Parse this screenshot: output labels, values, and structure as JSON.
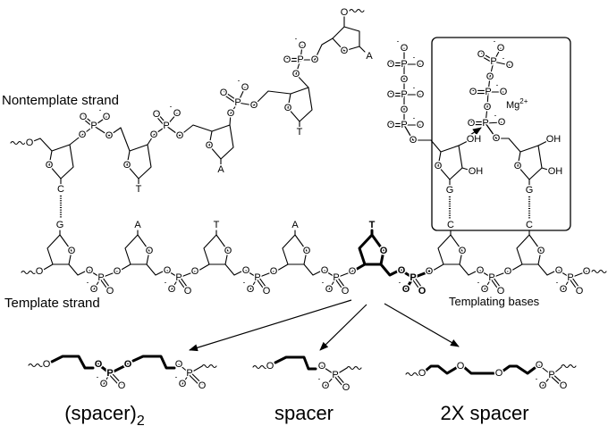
{
  "labels": {
    "nontemplate": "Nontemplate strand",
    "template": "Template strand",
    "templating": "Templating bases",
    "mg": "Mg",
    "mg_charge": "2+"
  },
  "atoms": {
    "oxygen": "O",
    "phosphorus": "P",
    "hydroxyl": "OH",
    "minus": "-"
  },
  "nontemplate_bases": [
    "C",
    "T",
    "A",
    "T",
    "A"
  ],
  "template_bases": [
    "G",
    "A",
    "T",
    "A",
    "T",
    "C",
    "C"
  ],
  "incoming_bases": [
    "G",
    "G"
  ],
  "analogs": {
    "spacer2_label": "(spacer)",
    "spacer2_sub": "2",
    "spacer_label": "spacer",
    "x2_spacer_label": "2X spacer"
  }
}
